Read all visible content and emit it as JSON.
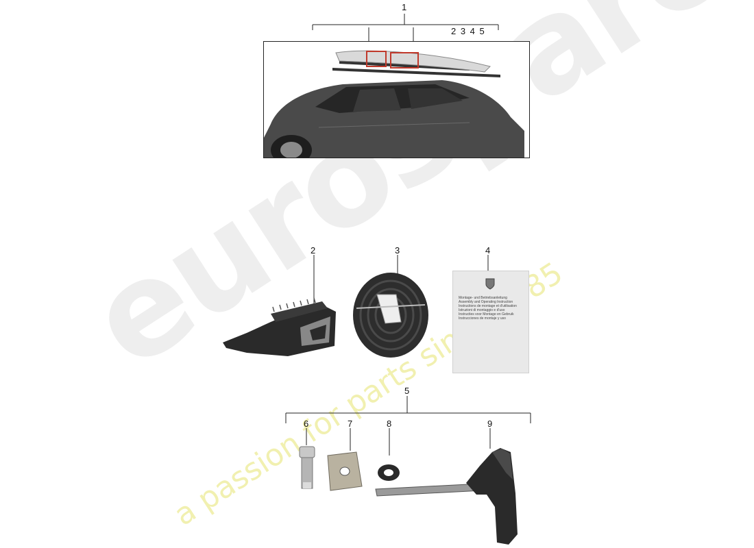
{
  "watermark": {
    "brand": "eurospares",
    "tagline": "a passion for parts since 1985"
  },
  "callouts": {
    "assembly_ref": "1",
    "assembly_parts": "2 3 4 5",
    "clamp": "2",
    "strap": "3",
    "manual": "4",
    "kit_ref": "5",
    "bolt": "6",
    "plate": "7",
    "washer": "8",
    "t_handle": "9"
  },
  "colors": {
    "line": "#222222",
    "watermark_brand": "#eeeeee",
    "watermark_tagline": "#f1f0b0",
    "strap_red": "#c0392b"
  },
  "manual_text": [
    "Montage- und Betriebsanleitung",
    "Assembly and Operating Instruction",
    "Instructions de montage et d'utilisation",
    "Istruzioni di montaggio e d'uso",
    "Instructies voor Montage en Gebruik",
    "Instrucciones de montaje y uso"
  ]
}
